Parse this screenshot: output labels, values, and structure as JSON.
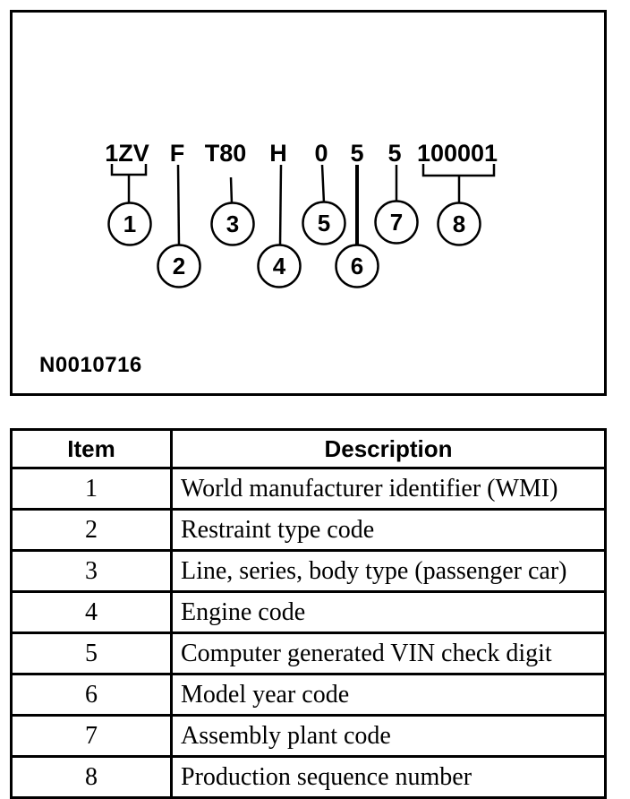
{
  "figure": {
    "reference": "N0010716",
    "vin_segments": [
      {
        "text": "1ZV",
        "item": "1"
      },
      {
        "text": "F",
        "item": "2"
      },
      {
        "text": "T80",
        "item": "3"
      },
      {
        "text": "H",
        "item": "4"
      },
      {
        "text": "0",
        "item": "5"
      },
      {
        "text": "5",
        "item": "6"
      },
      {
        "text": "5",
        "item": "7"
      },
      {
        "text": "100001",
        "item": "8"
      }
    ],
    "callouts": [
      "1",
      "2",
      "3",
      "4",
      "5",
      "6",
      "7",
      "8"
    ]
  },
  "table": {
    "headers": {
      "item": "Item",
      "description": "Description"
    },
    "rows": [
      {
        "item": "1",
        "description": "World manufacturer identifier (WMI)"
      },
      {
        "item": "2",
        "description": "Restraint type code"
      },
      {
        "item": "3",
        "description": "Line, series, body type (passenger car)"
      },
      {
        "item": "4",
        "description": "Engine code"
      },
      {
        "item": "5",
        "description": "Computer generated VIN check digit"
      },
      {
        "item": "6",
        "description": "Model year code"
      },
      {
        "item": "7",
        "description": "Assembly plant code"
      },
      {
        "item": "8",
        "description": "Production sequence number"
      }
    ]
  },
  "colors": {
    "ink": "#000000",
    "background": "#ffffff"
  }
}
